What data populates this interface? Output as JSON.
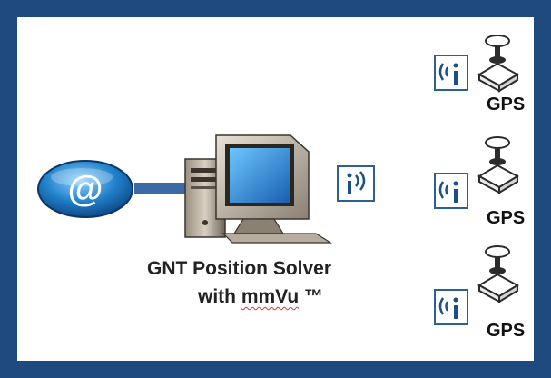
{
  "solver": {
    "title_line1": "GNT Position Solver",
    "title_line2_prefix": "with ",
    "title_line2_brand": "mmVu",
    "title_line2_suffix": " ™"
  },
  "at_sign": "@",
  "gps_units": [
    {
      "label": "GPS"
    },
    {
      "label": "GPS"
    },
    {
      "label": "GPS"
    }
  ],
  "colors": {
    "frame_blue": "#1f4a7f",
    "link_bar": "#3b6aa4",
    "screen_blue": "#2a8fe0"
  }
}
